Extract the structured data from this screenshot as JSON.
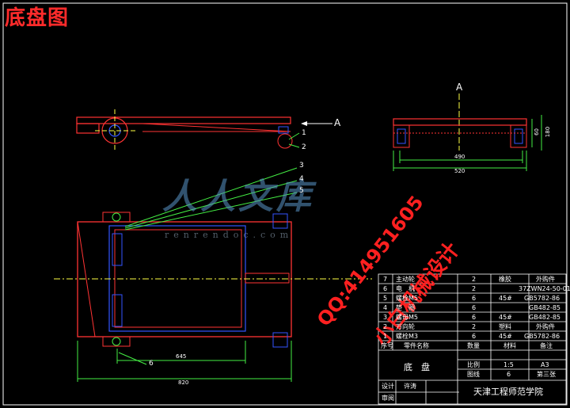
{
  "drawing": {
    "title": "底盘图",
    "watermark_logo": "人人文库",
    "watermark_url": "renrendoc.com",
    "watermark_qq": "QQ:414951605",
    "watermark_shop": "小白机械设计"
  },
  "views": {
    "section_label_top": "A",
    "arrow_label": "A",
    "callouts": [
      "1",
      "2",
      "3",
      "4",
      "5",
      "6"
    ]
  },
  "dimensions": {
    "side_width_inner": "490",
    "side_width_outer": "520",
    "side_height_a": "60",
    "side_height_b": "180",
    "plan_inner": "645",
    "plan_outer": "820"
  },
  "parts_list": {
    "rows": [
      {
        "no": "7",
        "name": "主动轮",
        "qty": "2",
        "material": "橡胶",
        "note": "外购件"
      },
      {
        "no": "6",
        "name": "电　机",
        "qty": "2",
        "material": "",
        "note": "37ZWN24-50-01"
      },
      {
        "no": "5",
        "name": "螺栓M5",
        "qty": "6",
        "material": "45#",
        "note": "GB5782-86"
      },
      {
        "no": "4",
        "name": "垫　圈",
        "qty": "6",
        "material": "",
        "note": "GB482-85"
      },
      {
        "no": "3",
        "name": "螺母M5",
        "qty": "6",
        "material": "45#",
        "note": "GB482-85"
      },
      {
        "no": "2",
        "name": "万向轮",
        "qty": "2",
        "material": "塑料",
        "note": "外购件"
      },
      {
        "no": "1",
        "name": "螺栓M3",
        "qty": "6",
        "material": "45#",
        "note": "GB5782-86"
      }
    ],
    "header": {
      "no": "序号",
      "name": "零件名称",
      "qty": "数量",
      "material": "材料",
      "note": "备注"
    }
  },
  "title_block": {
    "part_name": "底　盘",
    "scale_label": "比例",
    "scale_value": "1:5",
    "size_value": "A3",
    "sheet_label": "图线",
    "sheet_value": "6",
    "sheet_total": "第三张",
    "designer_label": "设计",
    "designer_value": "许涛",
    "reviewer_label": "审阅",
    "school": "天津工程师范学院"
  },
  "colors": {
    "frame": "#ff3333",
    "detail": "#3355ff",
    "leader": "#44ee44",
    "centerline": "#ffff44",
    "ink": "#ffffff",
    "watermark_red": "#ff2020"
  }
}
